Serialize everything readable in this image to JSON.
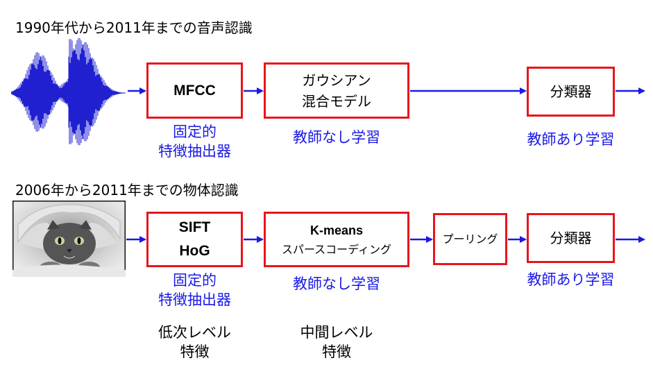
{
  "row1": {
    "heading": "1990年代から2011年までの音声認識",
    "box1": "MFCC",
    "box2_line1": "ガウシアン",
    "box2_line2": "混合モデル",
    "box3": "分類器",
    "label1_line1": "固定的",
    "label1_line2": "特徴抽出器",
    "label2": "教師なし学習",
    "label3": "教師あり学習"
  },
  "row2": {
    "heading": "2006年から2011年までの物体認識",
    "box1_line1": "SIFT",
    "box1_line2": "HoG",
    "box2_line1": "K-means",
    "box2_line2": "スパースコーディング",
    "box3": "プーリング",
    "box4": "分類器",
    "label1_line1": "固定的",
    "label1_line2": "特徴抽出器",
    "label2": "教師なし学習",
    "label3": "教師あり学習"
  },
  "bottom": {
    "low_line1": "低次レベル",
    "low_line2": "特徴",
    "mid_line1": "中間レベル",
    "mid_line2": "特徴"
  },
  "colors": {
    "box_border": "#e8141c",
    "arrow": "#1a1ae6",
    "label": "#1a1ae6",
    "waveform": "#2020d0"
  },
  "icons": {
    "waveform": "waveform-icon",
    "cat_photo": "cat-photo-icon"
  }
}
